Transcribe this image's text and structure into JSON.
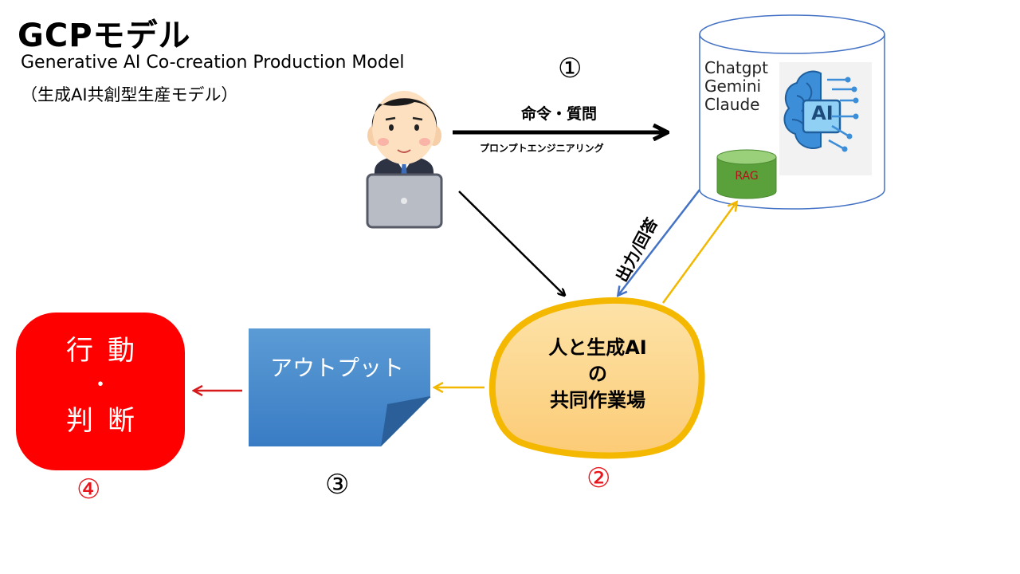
{
  "header": {
    "title": "GCPモデル",
    "subtitle": "Generative AI Co-creation Production Model",
    "subtitle_jp": "（生成AI共創型生産モデル）"
  },
  "steps": {
    "one": "①",
    "two": "②",
    "three": "③",
    "four": "④"
  },
  "prompt_arrow": {
    "label": "命令・質問",
    "sublabel": "プロンプトエンジニアリング"
  },
  "ai_database": {
    "models": [
      "Chatgpt",
      "Gemini",
      "Claude"
    ],
    "badge": "AI",
    "rag_label": "RAG"
  },
  "return_arrow": {
    "label": "出力/回答"
  },
  "workspace": {
    "lines": [
      "人と生成AI",
      "の",
      "共同作業場"
    ]
  },
  "deliverable": {
    "label": "アウトプット"
  },
  "action": {
    "line1": "行動",
    "dot": "・",
    "line2": "判断"
  },
  "colors": {
    "black_arrow": "#000000",
    "blue_arrow": "#4472c4",
    "yellow_arrow": "#f2b800",
    "red_arrow": "#d7191c",
    "workspace_fill": "#fdd58a",
    "workspace_border": "#f5b800",
    "deliverable_fill": "#4a8fd4",
    "action_fill": "#ff0000",
    "db_border": "#4472c4",
    "rag_fill": "#5aa13b"
  }
}
